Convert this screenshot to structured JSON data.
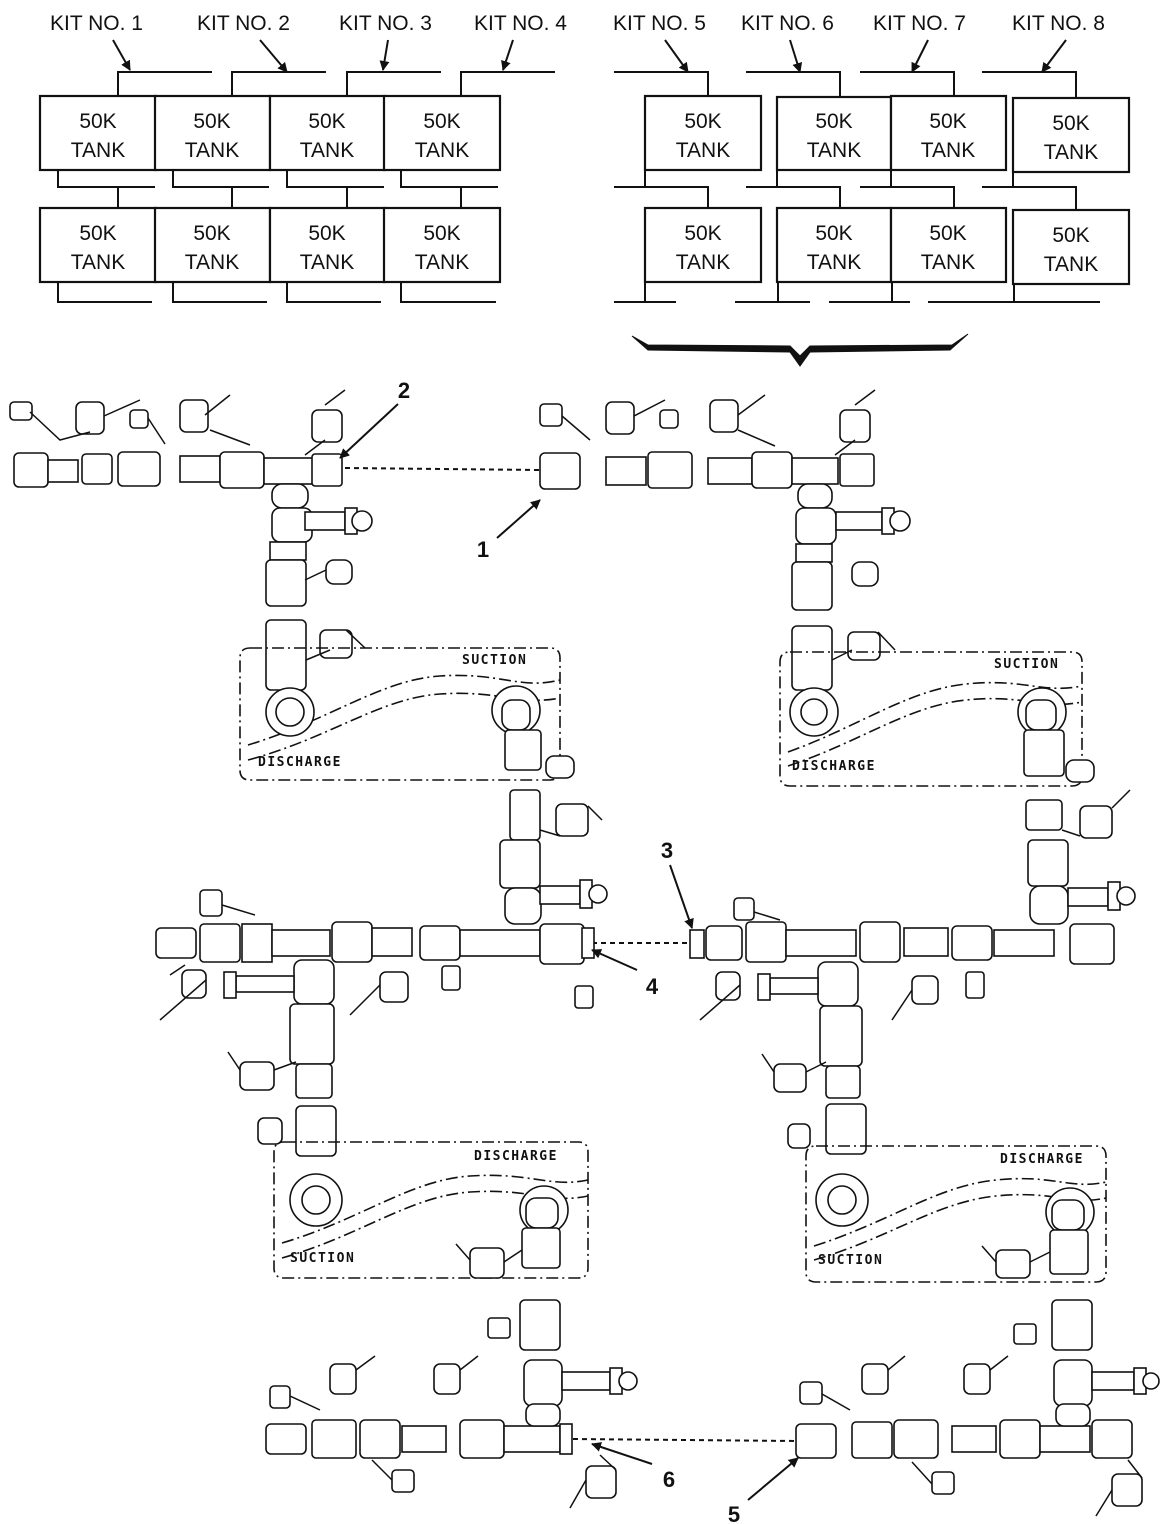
{
  "kits": [
    "KIT NO. 1",
    "KIT NO. 2",
    "KIT NO. 3",
    "KIT NO. 4",
    "KIT NO. 5",
    "KIT NO. 6",
    "KIT NO. 7",
    "KIT NO. 8"
  ],
  "tank": {
    "line1": "50K",
    "line2": "TANK"
  },
  "panels": {
    "top_left": {
      "upper": "SUCTION",
      "lower": "DISCHARGE"
    },
    "top_right": {
      "upper": "SUCTION",
      "lower": "DISCHARGE"
    },
    "bottom_left": {
      "upper": "DISCHARGE",
      "lower": "SUCTION"
    },
    "bottom_right": {
      "upper": "DISCHARGE",
      "lower": "SUCTION"
    }
  },
  "callouts": [
    "1",
    "2",
    "3",
    "4",
    "5",
    "6"
  ]
}
